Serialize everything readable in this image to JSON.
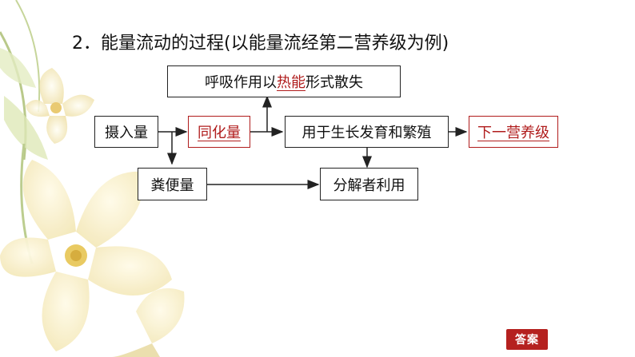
{
  "title": "2．能量流动的过程(以能量流经第二营养级为例)",
  "nodes": {
    "respiration_prefix": "呼吸作用以",
    "respiration_highlight": "热能",
    "respiration_suffix": "形式散失",
    "intake": "摄入量",
    "assimilation": "同化量",
    "growth": "用于生长发育和繁殖",
    "next_level": "下一营养级",
    "feces": "粪便量",
    "decomposer": "分解者利用"
  },
  "answer_button": "答案",
  "colors": {
    "accent_red": "#b01c1c",
    "button_red": "#b5211f"
  }
}
